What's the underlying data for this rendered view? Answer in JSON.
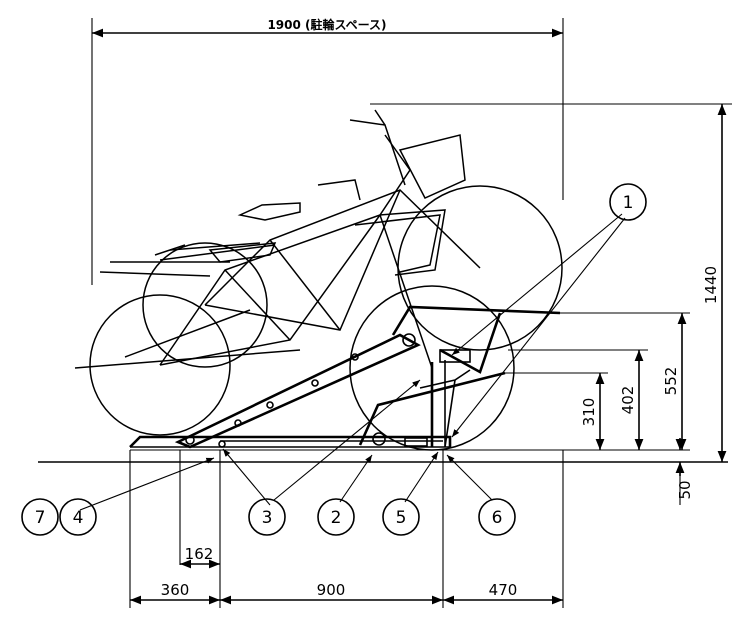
{
  "dimensions": {
    "top_width": "1900 (駐輪スペース)",
    "total_height": "1440",
    "upper_rack_height": "552",
    "middle_height": "402",
    "lower_height": "310",
    "base_height": "50",
    "offset_162": "162",
    "bottom_360": "360",
    "bottom_900": "900",
    "bottom_470": "470"
  },
  "callouts": [
    {
      "number": "1"
    },
    {
      "number": "2"
    },
    {
      "number": "3"
    },
    {
      "number": "4"
    },
    {
      "number": "5"
    },
    {
      "number": "6"
    },
    {
      "number": "7"
    }
  ]
}
